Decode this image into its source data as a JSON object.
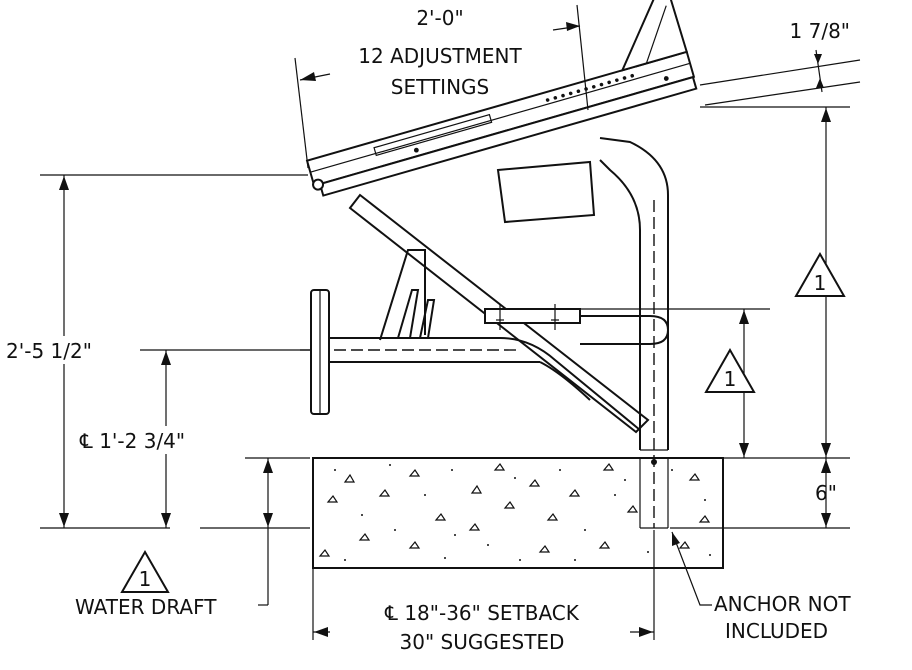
{
  "dimensions": {
    "width_top": "2'-0\"",
    "adjustment_line1": "12 ADJUSTMENT",
    "adjustment_line2": "SETTINGS",
    "thickness": "1 7/8\"",
    "overall_height": "2'-5 1/2\"",
    "centerline_height": "℄ 1'-2 3/4\"",
    "concrete_depth": "6\"",
    "setback_line1": "℄ 18\"-36\" SETBACK",
    "setback_line2": "30\" SUGGESTED"
  },
  "notes": {
    "anchor_line1": "ANCHOR NOT",
    "anchor_line2": "INCLUDED",
    "water_draft": "WATER DRAFT"
  },
  "callouts": {
    "right_tall": "1",
    "right_mid": "1",
    "bottom_left": "1"
  }
}
